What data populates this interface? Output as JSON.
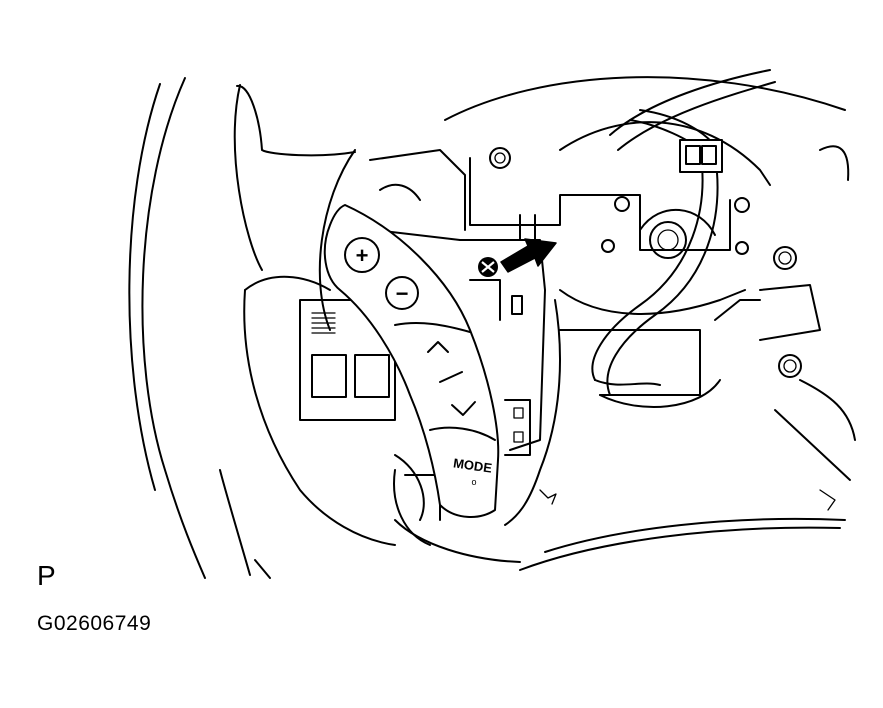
{
  "figure": {
    "view_letter": "P",
    "figure_code": "G02606749"
  },
  "switch_pad": {
    "plus_label": "+",
    "minus_label": "−",
    "mode_label": "MODE",
    "mode_sub": "o"
  },
  "icons": [
    "steering-wheel-rim",
    "steering-switch-assembly",
    "volume-up-button",
    "volume-down-button",
    "seek-up-button",
    "seek-down-button",
    "mode-button",
    "screw-icon",
    "arrow-icon",
    "wire-harness",
    "connector"
  ]
}
